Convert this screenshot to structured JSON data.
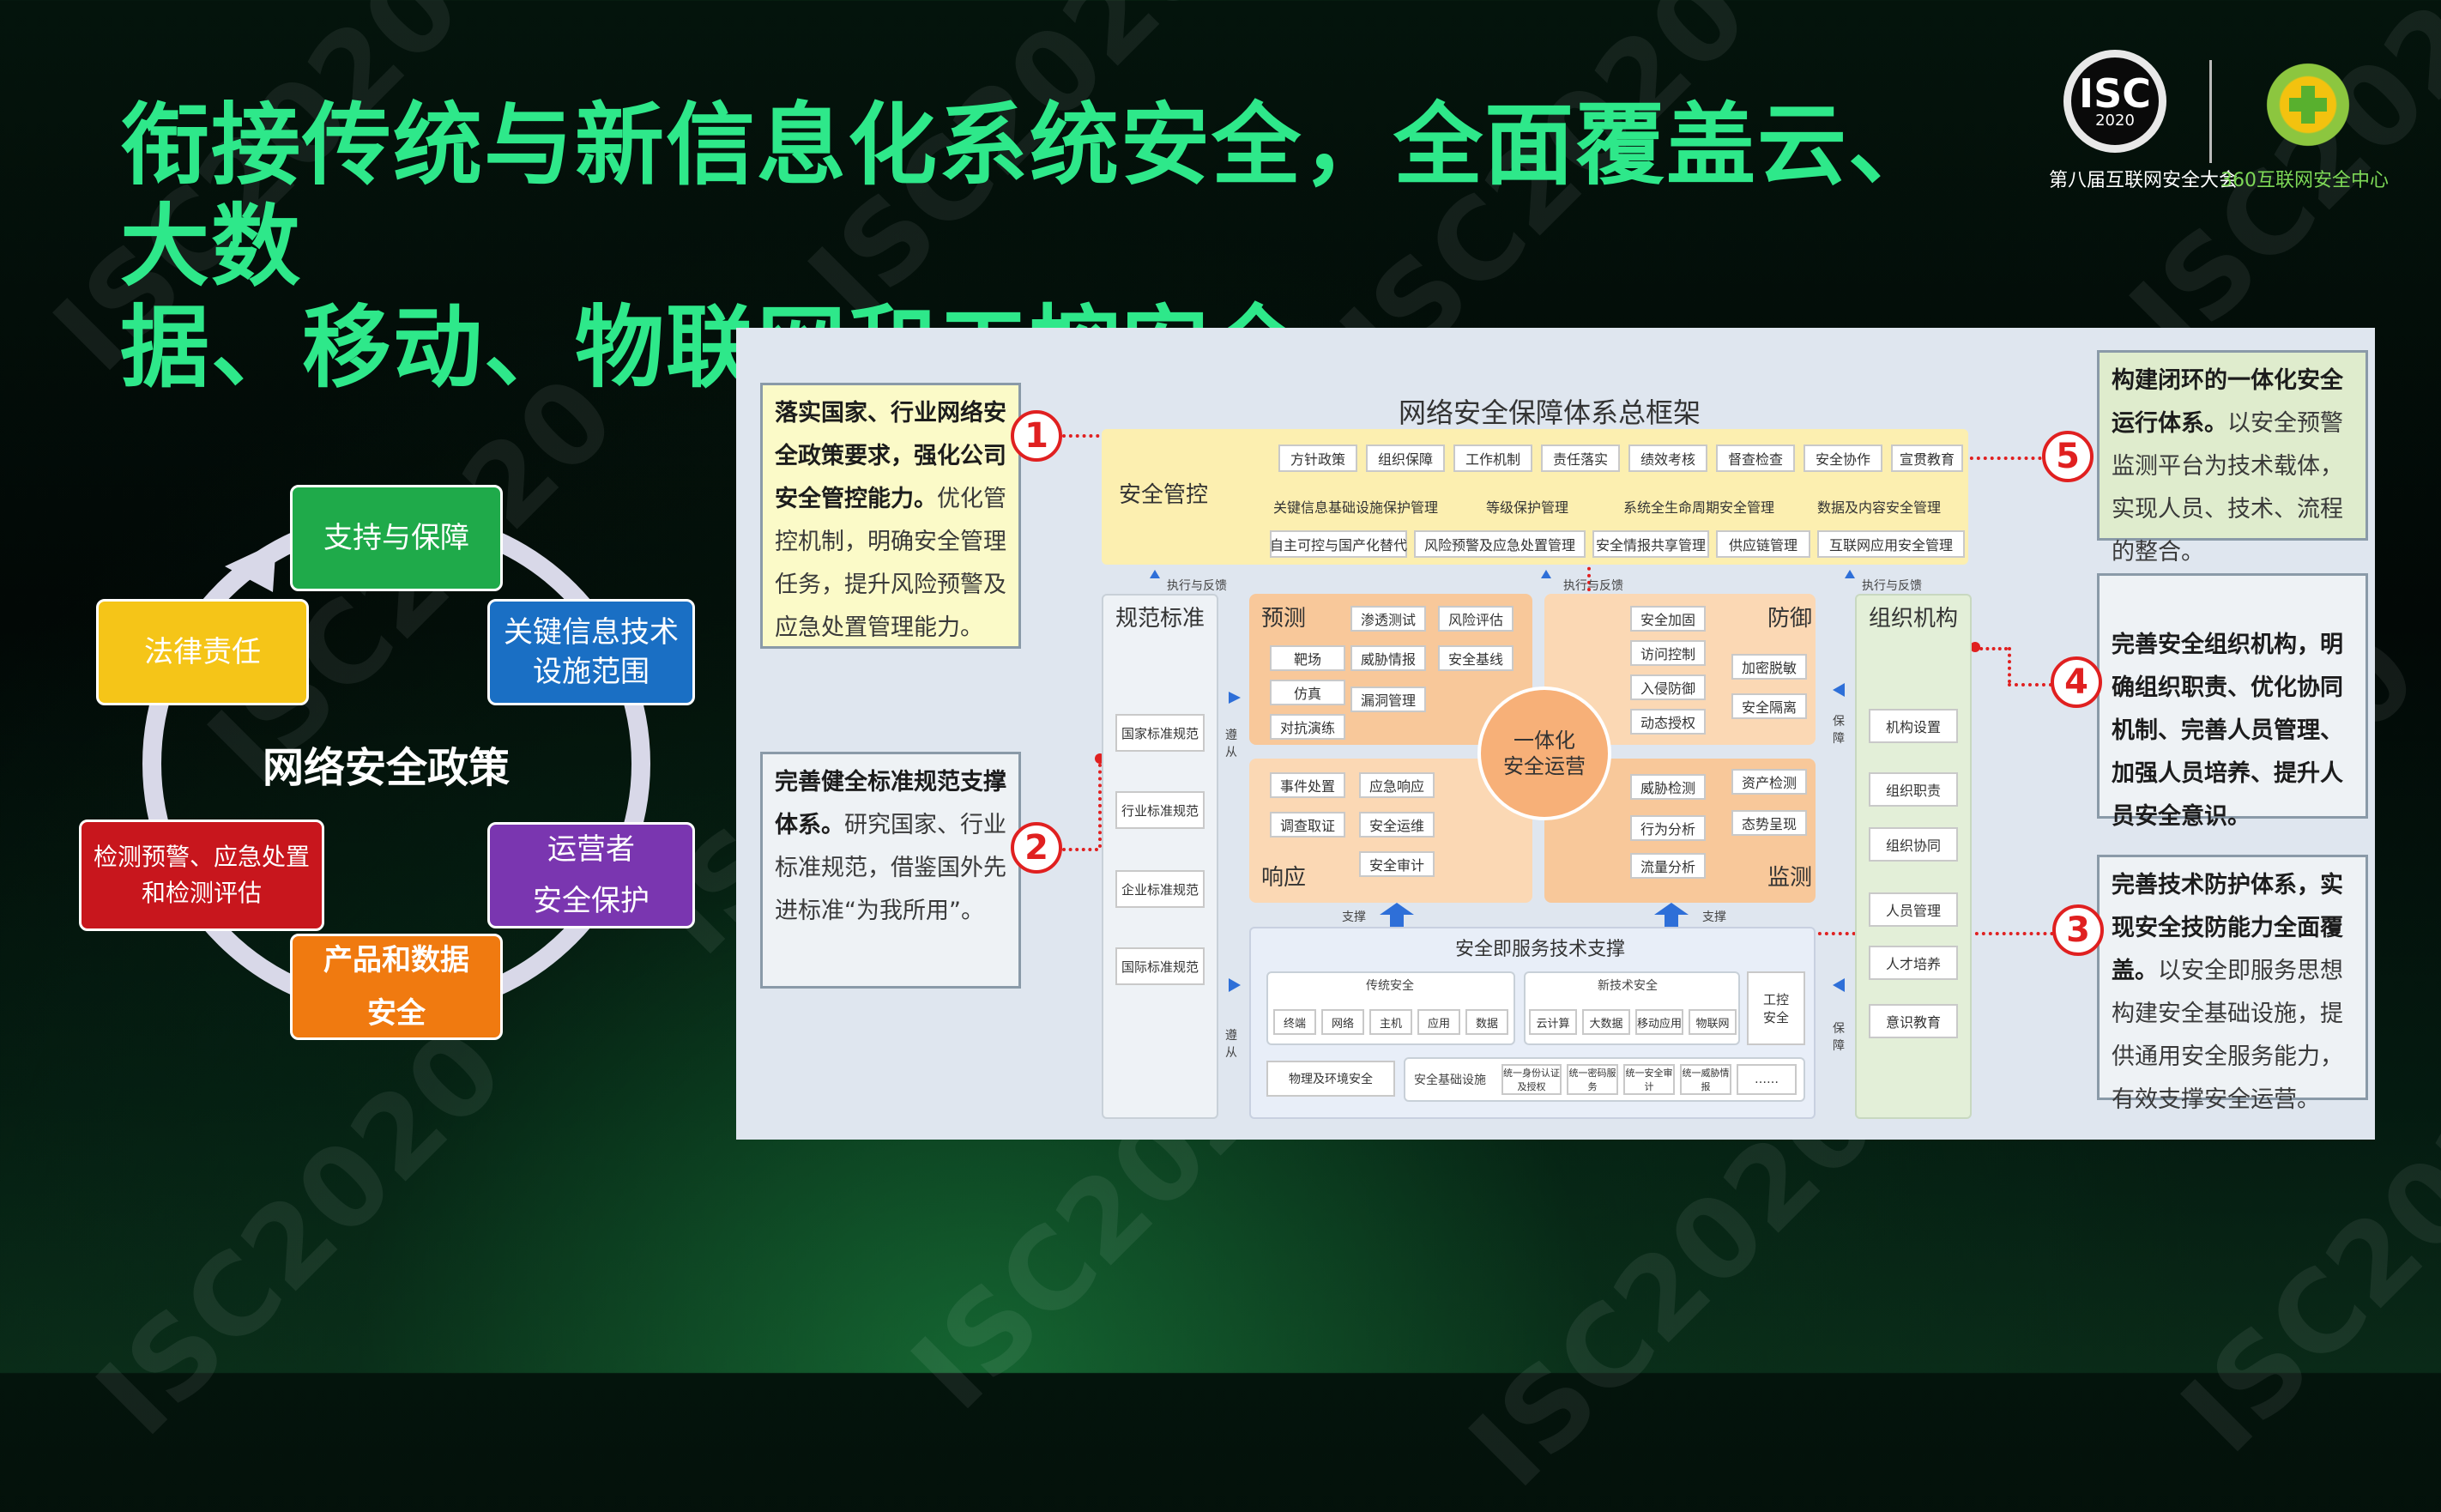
{
  "title": {
    "line1": "衔接传统与新信息化系统安全，全面覆盖云、大数",
    "line2": "据、移动、物联网和工控安全"
  },
  "logos": {
    "isc_big": "ISC",
    "isc_year": "2020",
    "isc_caption": "第八届互联网安全大会",
    "caption_360": "360互联网安全中心"
  },
  "watermark": "ISC2020",
  "cycle": {
    "center": "网络安全政策",
    "items": [
      {
        "label": "支持与保障",
        "color": "#1faa4a"
      },
      {
        "label": "关键信息技术\n设施范围",
        "color": "#1a6fc4"
      },
      {
        "label": "运营者\n安全保护",
        "color": "#7a36b0"
      },
      {
        "label": "产品和数据\n安全",
        "color": "#f07a10"
      },
      {
        "label": "检测预警、应急处置\n和检测评估",
        "color": "#c8161d"
      },
      {
        "label": "法律责任",
        "color": "#f5c518"
      }
    ]
  },
  "callouts": {
    "c1": {
      "bold": "落实国家、行业网络安全政策要求，强化公司安全管控能力。",
      "text": "优化管控机制，明确安全管理任务，提升风险预警及应急处置管理能力。"
    },
    "c2": {
      "bold": "完善健全标准规范支撑体系。",
      "text": "研究国家、行业标准规范，借鉴国外先进标准“为我所用”。"
    },
    "c3": {
      "bold": "完善技术防护体系，实现安全技防能力全面覆盖。",
      "text": "以安全即服务思想构建安全基础设施，提供通用安全服务能力，有效支撑安全运营。"
    },
    "c4": {
      "bold": "完善安全组织机构，明确组织职责、优化协同机制、完善人员管理、加强人员培养、提升人员安全意识。",
      "text": ""
    },
    "c5": {
      "bold": "构建闭环的一体化安全运行体系。",
      "text": "以安全预警监测平台为技术载体，实现人员、技术、流程的整合。"
    },
    "markers": [
      "1",
      "2",
      "3",
      "4",
      "5"
    ]
  },
  "framework": {
    "title": "网络安全保障体系总框架",
    "mgmt_label": "安全管控",
    "mgmt_row1": [
      "方针政策",
      "组织保障",
      "工作机制",
      "责任落实",
      "绩效考核",
      "督查检查",
      "安全协作",
      "宣贯教育"
    ],
    "mgmt_row2": [
      "关键信息基础设施保护管理",
      "等级保护管理",
      "系统全生命周期安全管理",
      "数据及内容安全管理"
    ],
    "mgmt_row3": [
      "自主可控与国产化替代",
      "风险预警及应急处置管理",
      "安全情报共享管理",
      "供应链管理",
      "互联网应用安全管理"
    ],
    "feedback": [
      "执行与反馈",
      "执行与反馈",
      "执行与反馈"
    ],
    "std_label": "规范标准",
    "std_items": [
      "国家标准规范",
      "行业标准规范",
      "企业标准规范",
      "国际标准规范"
    ],
    "follow": [
      "遵从",
      "遵从"
    ],
    "guarantee": [
      "保障",
      "保障"
    ],
    "org_label": "组织机构",
    "org_items": [
      "机构设置",
      "组织职责",
      "组织协同",
      "人员管理",
      "人才培养",
      "意识教育"
    ],
    "predict": {
      "label": "预测",
      "items": [
        "渗透测试",
        "风险评估",
        "靶场",
        "威胁情报",
        "安全基线",
        "仿真",
        "漏洞管理",
        "对抗演练"
      ]
    },
    "defend": {
      "label": "防御",
      "items": [
        "安全加固",
        "访问控制",
        "加密脱敏",
        "入侵防御",
        "安全隔离",
        "动态授权"
      ]
    },
    "respond": {
      "label": "响应",
      "items": [
        "事件处置",
        "应急响应",
        "调查取证",
        "安全运维",
        "安全审计"
      ]
    },
    "monitor": {
      "label": "监测",
      "items": [
        "威胁检测",
        "资产检测",
        "行为分析",
        "态势呈现",
        "流量分析"
      ]
    },
    "center": "一体化\n安全运营",
    "support": [
      "支撑",
      "支撑"
    ],
    "svc_title": "安全即服务技术支撑",
    "svc_trad": "传统安全",
    "svc_trad_items": [
      "终端",
      "网络",
      "主机",
      "应用",
      "数据"
    ],
    "svc_new": "新技术安全",
    "svc_new_items": [
      "云计算",
      "大数据",
      "移动应用",
      "物联网"
    ],
    "svc_ics": "工控\n安全",
    "svc_bottom": [
      "物理及环境安全",
      "安全基础设施",
      "统一身份认证及授权",
      "统一密码服务",
      "统一安全审计",
      "统一威胁情报",
      "……"
    ]
  }
}
